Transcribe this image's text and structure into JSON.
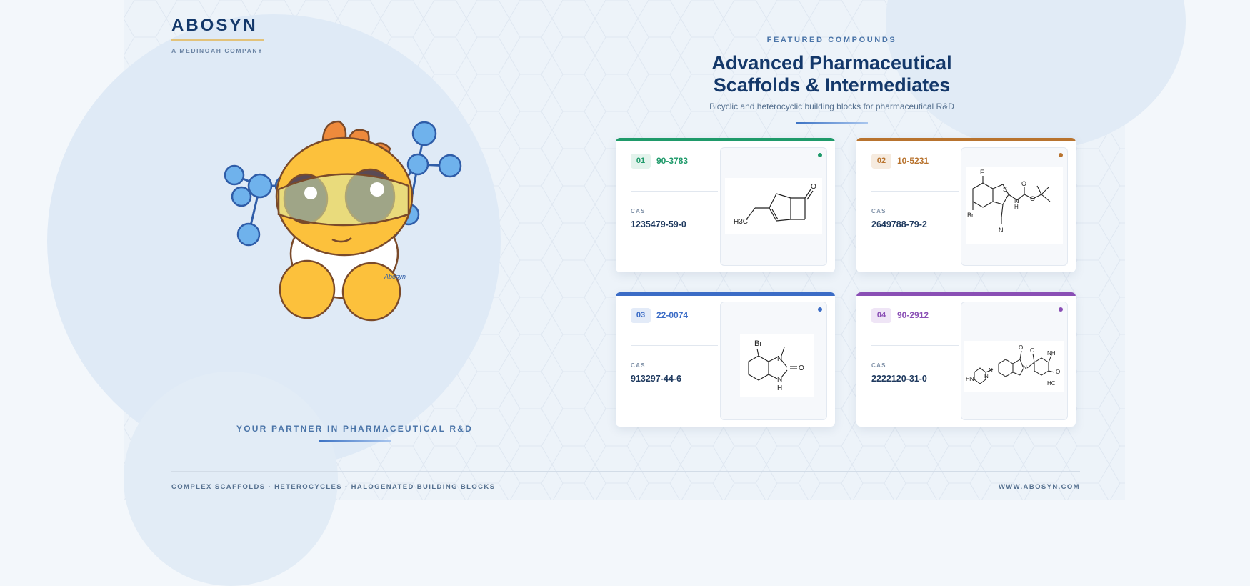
{
  "brand": {
    "name": "ABOSYN",
    "sub": "A MEDINOAH COMPANY"
  },
  "mascot": {
    "badge_text": "Abosyn"
  },
  "tagline": "YOUR PARTNER IN PHARMACEUTICAL R&D",
  "header": {
    "eyebrow": "FEATURED COMPOUNDS",
    "title_line1": "Advanced Pharmaceutical",
    "title_line2": "Scaffolds & Intermediates",
    "subtitle": "Bicyclic and heterocyclic building blocks for pharmaceutical R&D"
  },
  "cas_label": "CAS",
  "cards": [
    {
      "num": "01",
      "code": "90-3783",
      "cas": "1235479-59-0",
      "color": "#1f9a6a",
      "tint": "#e3f3ec",
      "structure_labels": [
        "H3C",
        "O"
      ]
    },
    {
      "num": "02",
      "code": "10-5231",
      "cas": "2649788-79-2",
      "color": "#b8732e",
      "tint": "#f6ebdf",
      "structure_labels": [
        "F",
        "S",
        "O",
        "H",
        "N",
        "O",
        "Br",
        "N"
      ]
    },
    {
      "num": "03",
      "code": "22-0074",
      "cas": "913297-44-6",
      "color": "#3b6cc6",
      "tint": "#e3ebf8",
      "structure_labels": [
        "Br",
        "N",
        "O",
        "N",
        "H"
      ]
    },
    {
      "num": "04",
      "code": "90-2912",
      "cas": "2222120-31-0",
      "color": "#8a4fb5",
      "tint": "#efe5f6",
      "structure_labels": [
        "O",
        "O",
        "NH",
        "O",
        "N",
        "N",
        "HN",
        "N",
        "HCl"
      ]
    }
  ],
  "footer": {
    "left": "COMPLEX SCAFFOLDS · HETEROCYCLES · HALOGENATED BUILDING BLOCKS",
    "right": "WWW.ABOSYN.COM"
  },
  "colors": {
    "navy": "#14386a",
    "accent_gold": "#e2c27a",
    "accent_blue": "#3d73c4"
  }
}
